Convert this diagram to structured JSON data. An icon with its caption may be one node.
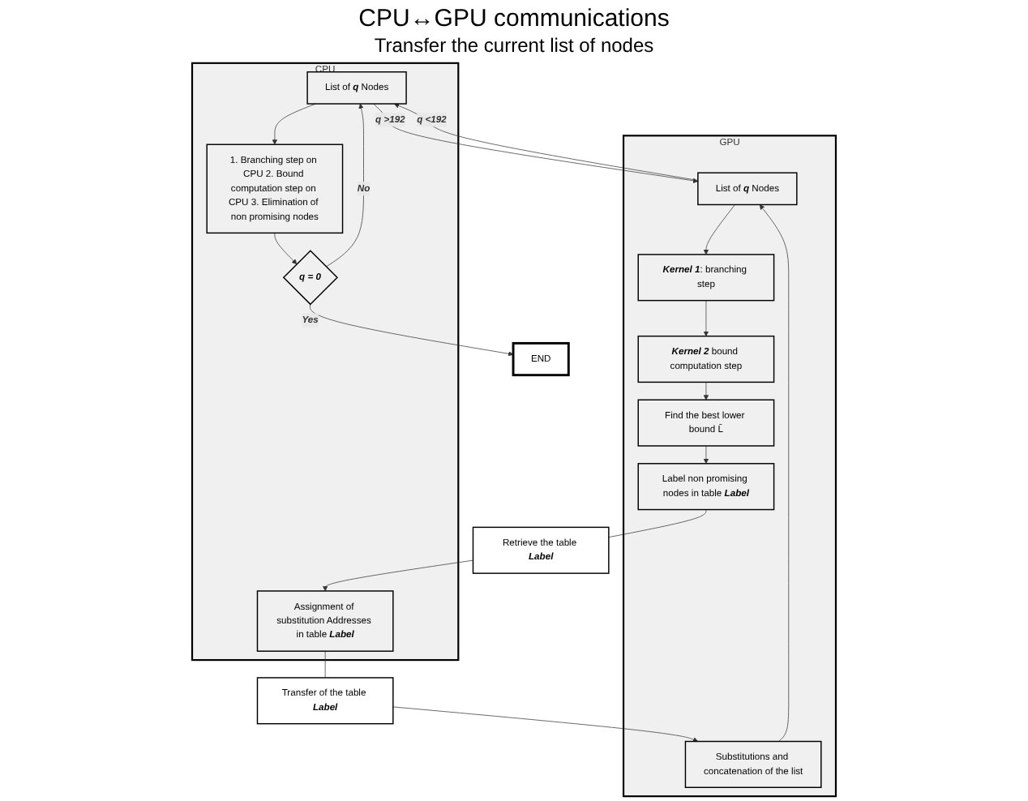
{
  "diagram": {
    "title": "CPU↔GPU communications",
    "nodes": [
      {
        "text": [
          "CPU"
        ]
      },
      {
        "text": [
          "List of **q** Nodes"
        ],
        "in": 0
      },
      {
        "text": [
          "1. Branching step on CPU 2. Bound computation step on CPU 3. Elimination of non promising nodes"
        ],
        "in": 0
      },
      {
        "text": [
          "**q = 0**"
        ],
        "in": 0
      },
      {
        "text": [
          "Assignment of substitution Addresses in table **Label**"
        ],
        "in": 0
      },
      {
        "text": [
          "GPU"
        ]
      },
      {
        "text": [
          "List of **q** Nodes"
        ],
        "in": 5
      },
      {
        "text": [
          "**Kernel 1**: branching step"
        ],
        "in": 5
      },
      {
        "text": [
          "**Kernel 2** bound computation step"
        ],
        "in": 5
      },
      {
        "text": [
          "Find the best lower bound L̄"
        ],
        "in": 5
      },
      {
        "text": [
          "Label non promising nodes in table **Label**"
        ],
        "in": 5
      },
      {
        "text": [
          "Substitutions and concatenation of the list"
        ],
        "in": 5
      },
      {
        "text": [
          "END"
        ]
      },
      {
        "text": [
          "Retrieve the table **Label**"
        ]
      },
      {
        "text": [
          "Transfer of the table **Label**"
        ]
      }
    ],
    "edges": [
      {
        "from": 1,
        "to": 6,
        "arrow": "to",
        "label": "**q >192**"
      },
      {
        "from": 6,
        "to": 1,
        "arrow": "to",
        "label": "**q <192**"
      },
      {
        "from": 1,
        "to": 2,
        "arrow": "to"
      },
      {
        "from": 2,
        "to": 3,
        "arrow": "to"
      },
      {
        "from": 3,
        "to": 12,
        "arrow": "to",
        "label": "**Yes**"
      },
      {
        "from": 3,
        "to": 1,
        "arrow": "to",
        "label": "**No**"
      },
      {
        "from": 6,
        "to": 7,
        "arrow": "to"
      },
      {
        "from": 7,
        "to": 8,
        "arrow": "to"
      },
      {
        "from": 8,
        "to": 9,
        "arrow": "to"
      },
      {
        "from": 9,
        "to": 10,
        "arrow": "to"
      },
      {
        "from": 10,
        "to": 13,
        "arrow": "none"
      },
      {
        "from": 13,
        "to": 4,
        "arrow": "to"
      },
      {
        "from": 4,
        "to": 14,
        "arrow": "none"
      },
      {
        "from": 14,
        "to": 11,
        "arrow": "to"
      },
      {
        "from": 11,
        "to": 6,
        "arrow": "to"
      }
    ],
    "labels": [
      "Transfer the current list of nodes"
    ]
  }
}
